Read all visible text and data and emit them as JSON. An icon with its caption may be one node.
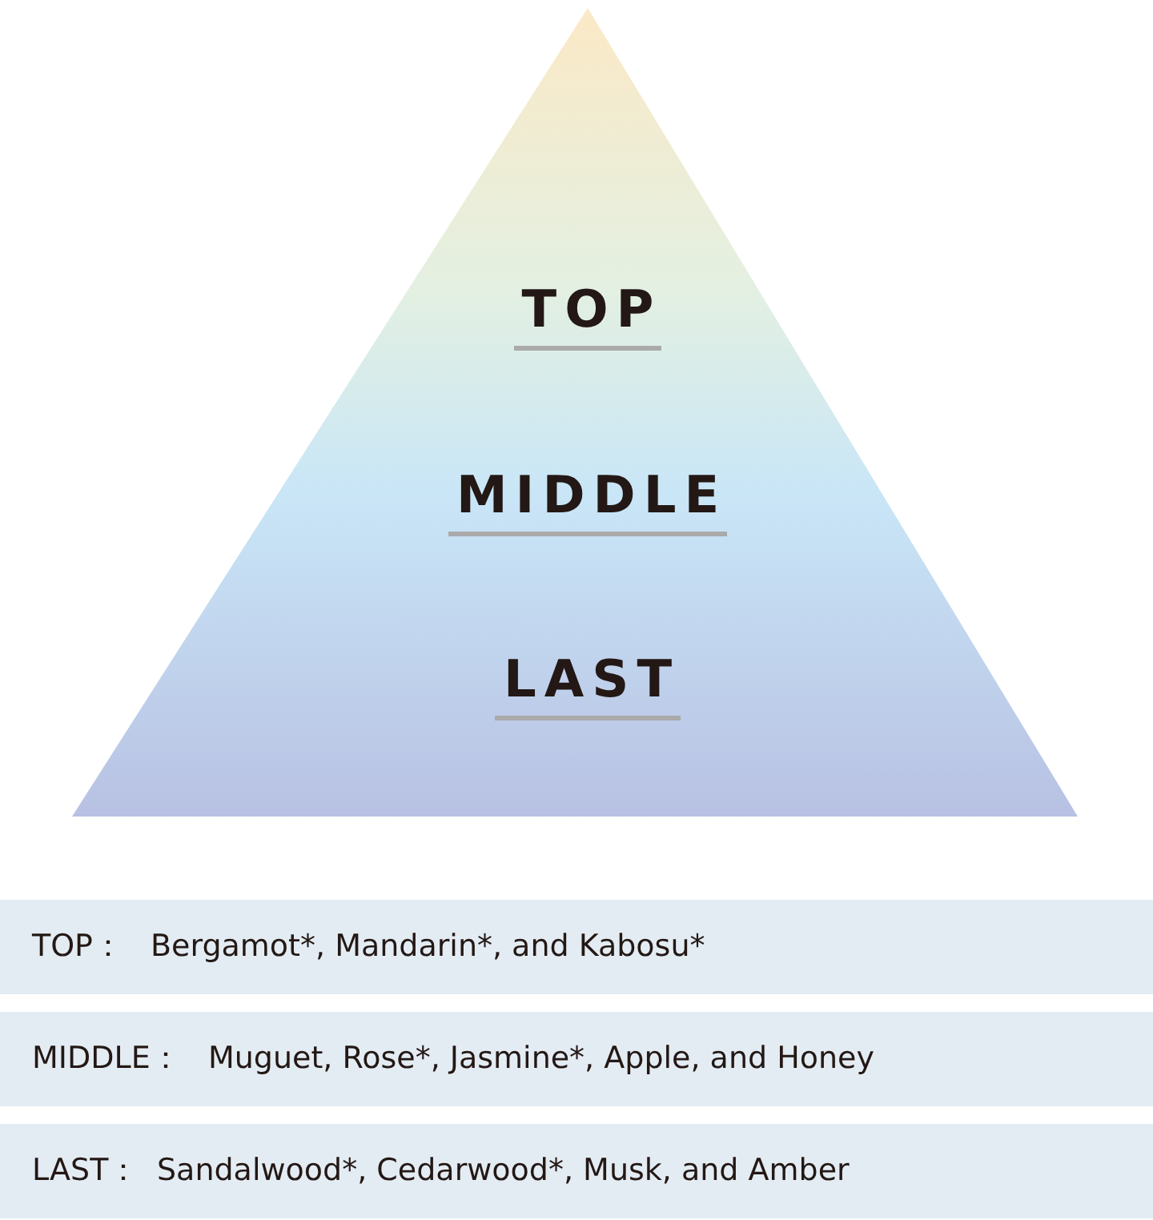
{
  "diagram": {
    "nodes": [
      {
        "text": [
          "TOP",
          "MIDDLE",
          "LAST"
        ]
      },
      {
        "text": [
          "TOP：",
          "Bergamot*, Mandarin*, and Kabosu*"
        ]
      },
      {
        "text": [
          "MIDDLE：",
          "Muguet, Rose*, Jasmine*, Apple, and Honey"
        ]
      },
      {
        "text": [
          "LAST：",
          "Sandalwood*, Cedarwood*, Musk, and Amber"
        ]
      }
    ]
  }
}
